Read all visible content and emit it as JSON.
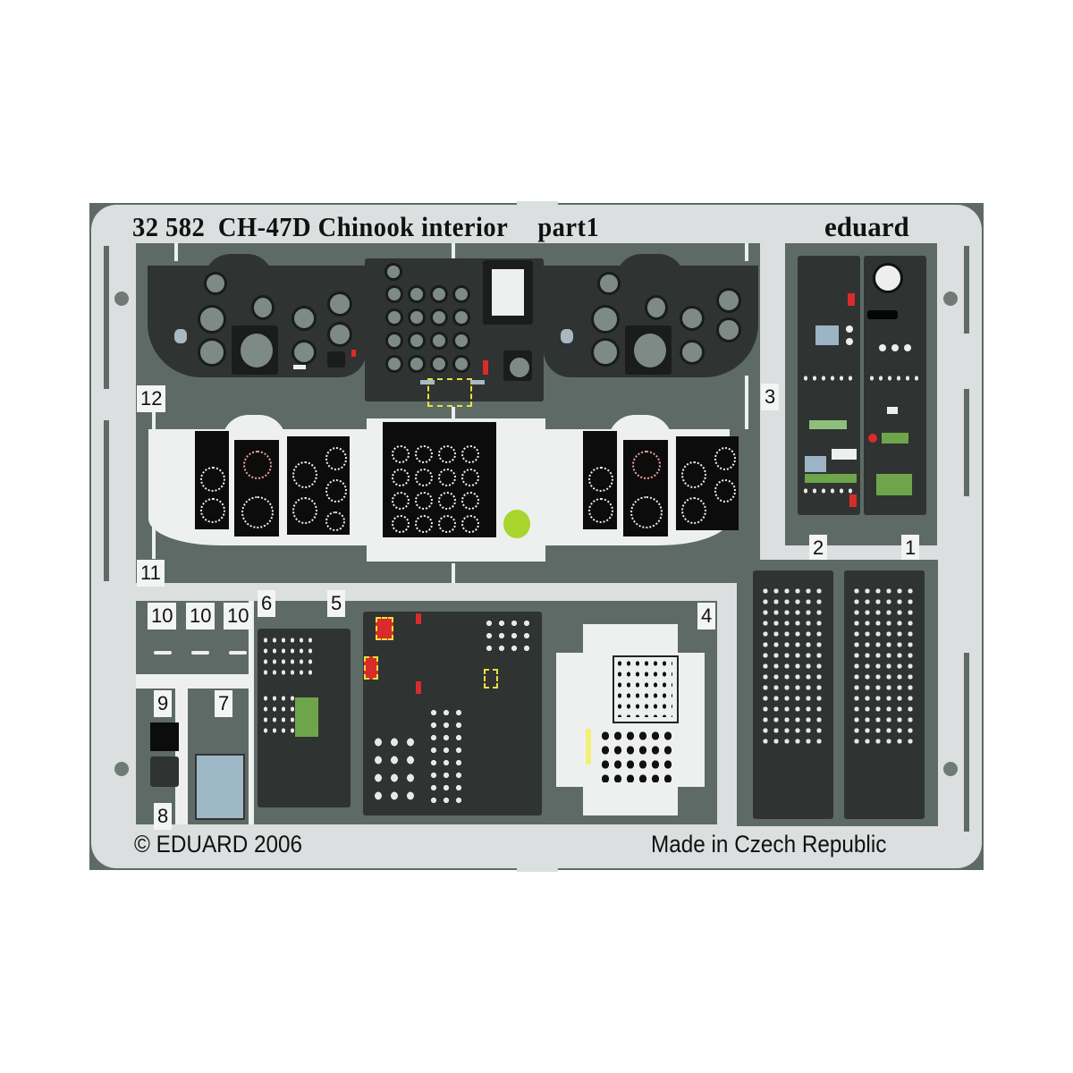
{
  "header": {
    "part_number": "32 582",
    "title": "CH-47D Chinook interior",
    "subtitle": "part1",
    "brand": "eduard"
  },
  "footer": {
    "copyright": "© EDUARD 2006",
    "origin": "Made in Czech Republic"
  },
  "part_labels": {
    "p1": "1",
    "p2": "2",
    "p3": "3",
    "p4": "4",
    "p5": "5",
    "p6": "6",
    "p7": "7",
    "p8": "8",
    "p9": "9",
    "p10a": "10",
    "p10b": "10",
    "p10c": "10",
    "p11": "11",
    "p12": "12"
  },
  "colors": {
    "background": "#5e6a66",
    "frame": "#dcdfdf",
    "panel": "#2f3331",
    "warning_red": "#d92b2b",
    "lcd_green": "#6ea54b",
    "hazard_yellow": "#e8e23a"
  }
}
